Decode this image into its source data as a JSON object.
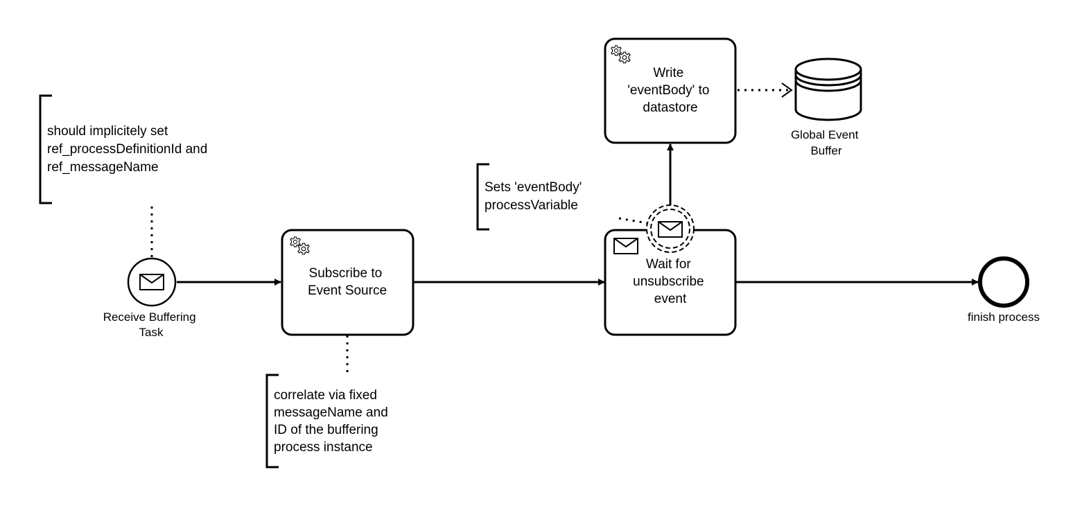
{
  "diagram": {
    "start_event": {
      "label_lines": [
        "Receive Buffering",
        "Task"
      ],
      "icon": "envelope-icon"
    },
    "end_event": {
      "label_lines": [
        "finish process"
      ]
    },
    "tasks": {
      "subscribe": {
        "label_lines": [
          "Subscribe to",
          "Event Source"
        ],
        "type_icon": "gear-icon"
      },
      "wait": {
        "label_lines": [
          "Wait for",
          "unsubscribe",
          "event"
        ],
        "type_icon": "envelope-icon"
      },
      "write": {
        "label_lines": [
          "Write",
          "'eventBody' to",
          "datastore"
        ],
        "type_icon": "gear-icon"
      }
    },
    "boundary_event": {
      "icon": "envelope-icon",
      "style": "non-interrupting dashed"
    },
    "data_store": {
      "label_lines": [
        "Global Event",
        "Buffer"
      ],
      "icon": "database-icon"
    },
    "annotations": {
      "start": {
        "lines": [
          "should implicitely set",
          "ref_processDefinitionId and",
          "ref_messageName"
        ]
      },
      "subscribe": {
        "lines": [
          "correlate via fixed",
          "messageName and",
          "ID of the buffering",
          "process instance"
        ]
      },
      "boundary": {
        "lines": [
          "Sets 'eventBody'",
          "processVariable"
        ]
      }
    }
  }
}
